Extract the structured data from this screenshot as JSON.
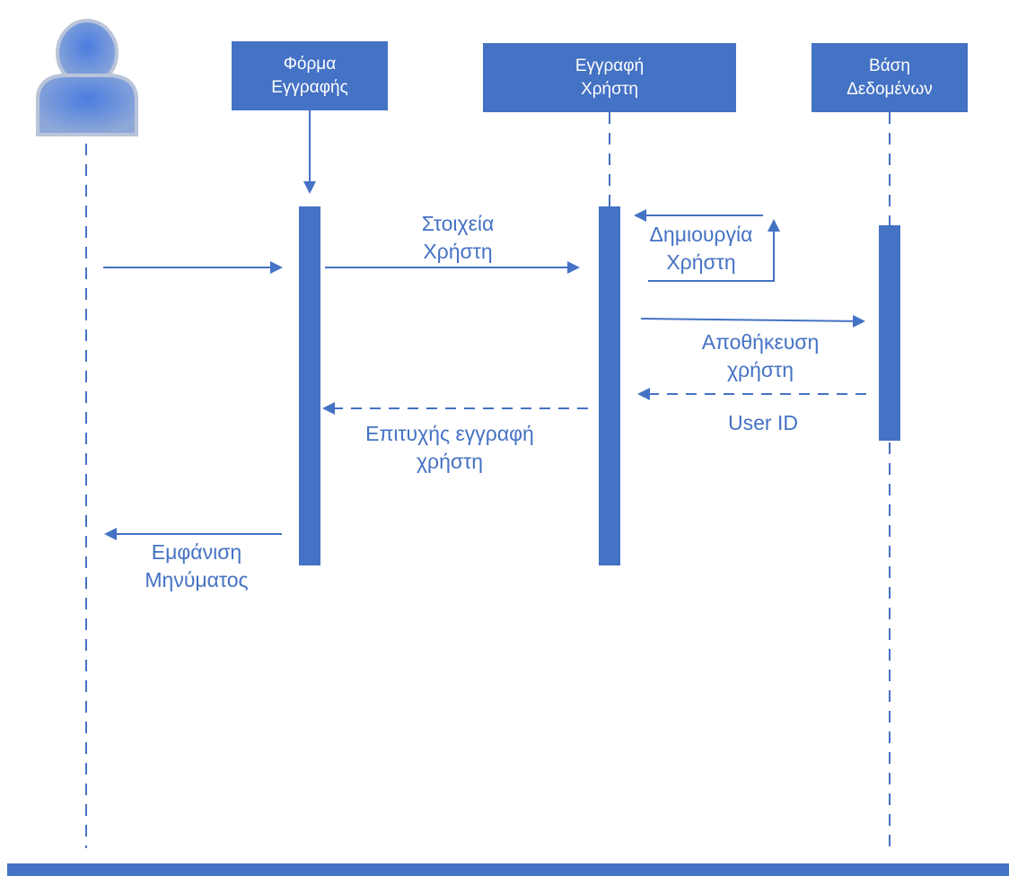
{
  "colors": {
    "accent": "#4472c4",
    "actor": "#5b86d6",
    "background": "#ffffff"
  },
  "actor": {
    "icon": "person-icon"
  },
  "objects": [
    {
      "id": "form",
      "line1": "Φόρμα",
      "line2": "Εγγραφής"
    },
    {
      "id": "registration",
      "line1": "Εγγραφή",
      "line2": "Χρήστη"
    },
    {
      "id": "database",
      "line1": "Βάση",
      "line2": "Δεδομένων"
    }
  ],
  "messages": [
    {
      "id": "user-to-form",
      "from": "actor",
      "to": "form",
      "label": "",
      "style": "solid"
    },
    {
      "id": "user-data",
      "from": "form",
      "to": "registration",
      "line1": "Στοιχεία",
      "line2": "Χρήστη",
      "style": "solid"
    },
    {
      "id": "create-user",
      "from": "registration",
      "to": "registration",
      "line1": "Δημιουργία",
      "line2": "Χρήστη",
      "style": "solid-self"
    },
    {
      "id": "store-user",
      "from": "registration",
      "to": "database",
      "line1": "Αποθήκευση",
      "line2": "χρήστη",
      "style": "solid"
    },
    {
      "id": "user-id",
      "from": "database",
      "to": "registration",
      "line1": "User ID",
      "style": "dashed"
    },
    {
      "id": "success",
      "from": "registration",
      "to": "form",
      "line1": "Επιτυχής εγγραφή",
      "line2": "χρήστη",
      "style": "dashed"
    },
    {
      "id": "show-message",
      "from": "form",
      "to": "actor",
      "line1": "Εμφάνιση",
      "line2": "Μηνύματος",
      "style": "solid"
    }
  ]
}
